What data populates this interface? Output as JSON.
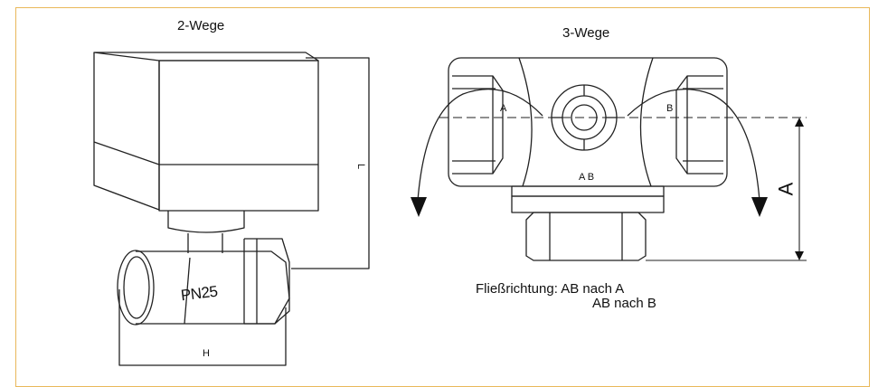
{
  "labels": {
    "title_2way": "2-Wege",
    "title_3way": "3-Wege",
    "flow_line1": "Fließrichtung: AB nach A",
    "flow_line2": "AB nach B",
    "dim_L": "L",
    "dim_H": "H",
    "marking_pn": "PN25",
    "port_A": "A",
    "port_B": "B",
    "port_AB": "A B",
    "dim_A": "A"
  },
  "colors": {
    "frame_border": "#e9b85a",
    "line": "#222222"
  }
}
